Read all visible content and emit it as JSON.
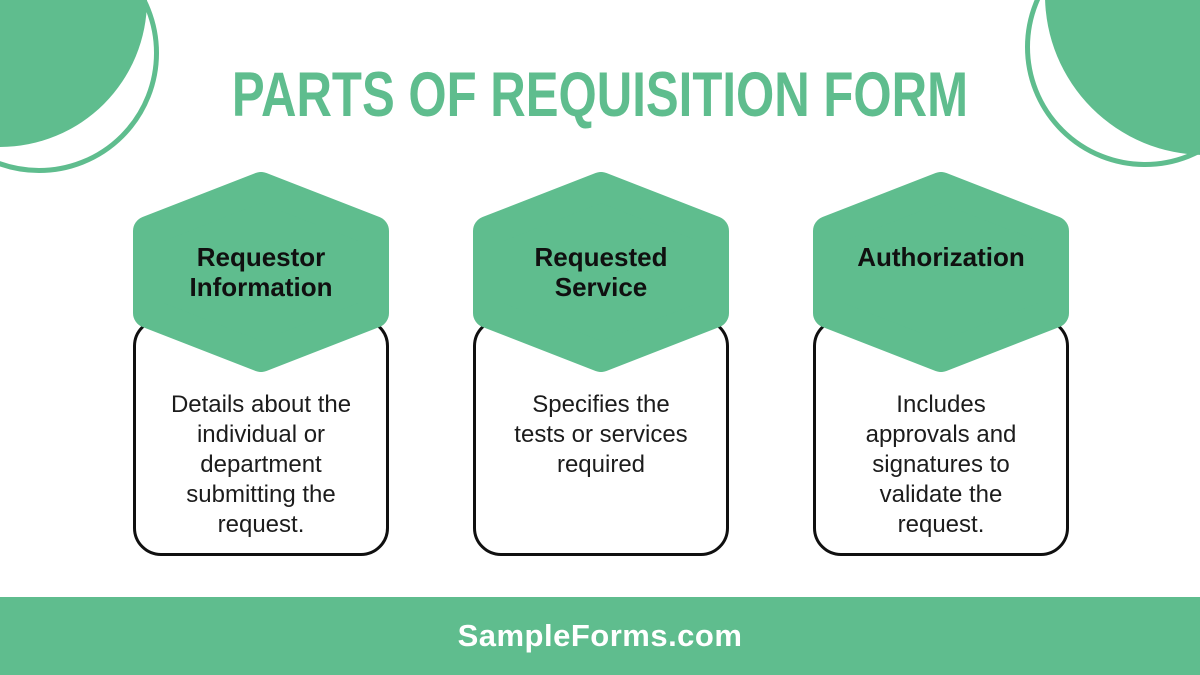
{
  "colors": {
    "green": "#5FBD8E",
    "heading_text": "#101010",
    "body_text": "#1c1c1c",
    "footer_text": "#ffffff",
    "background": "#ffffff"
  },
  "header": {
    "title": "PARTS OF REQUISITION FORM"
  },
  "cards": [
    {
      "heading": [
        "Requestor",
        "Information"
      ],
      "body": [
        "Details about the",
        "individual or",
        "department",
        "submitting the",
        "request."
      ]
    },
    {
      "heading": [
        "Requested",
        "Service"
      ],
      "body": [
        "Specifies the",
        "tests or services",
        "required"
      ]
    },
    {
      "heading": [
        "Authorization"
      ],
      "body": [
        "Includes",
        "approvals and",
        "signatures to",
        "validate the",
        "request."
      ]
    }
  ],
  "footer": {
    "brand": "SampleForms.com"
  }
}
